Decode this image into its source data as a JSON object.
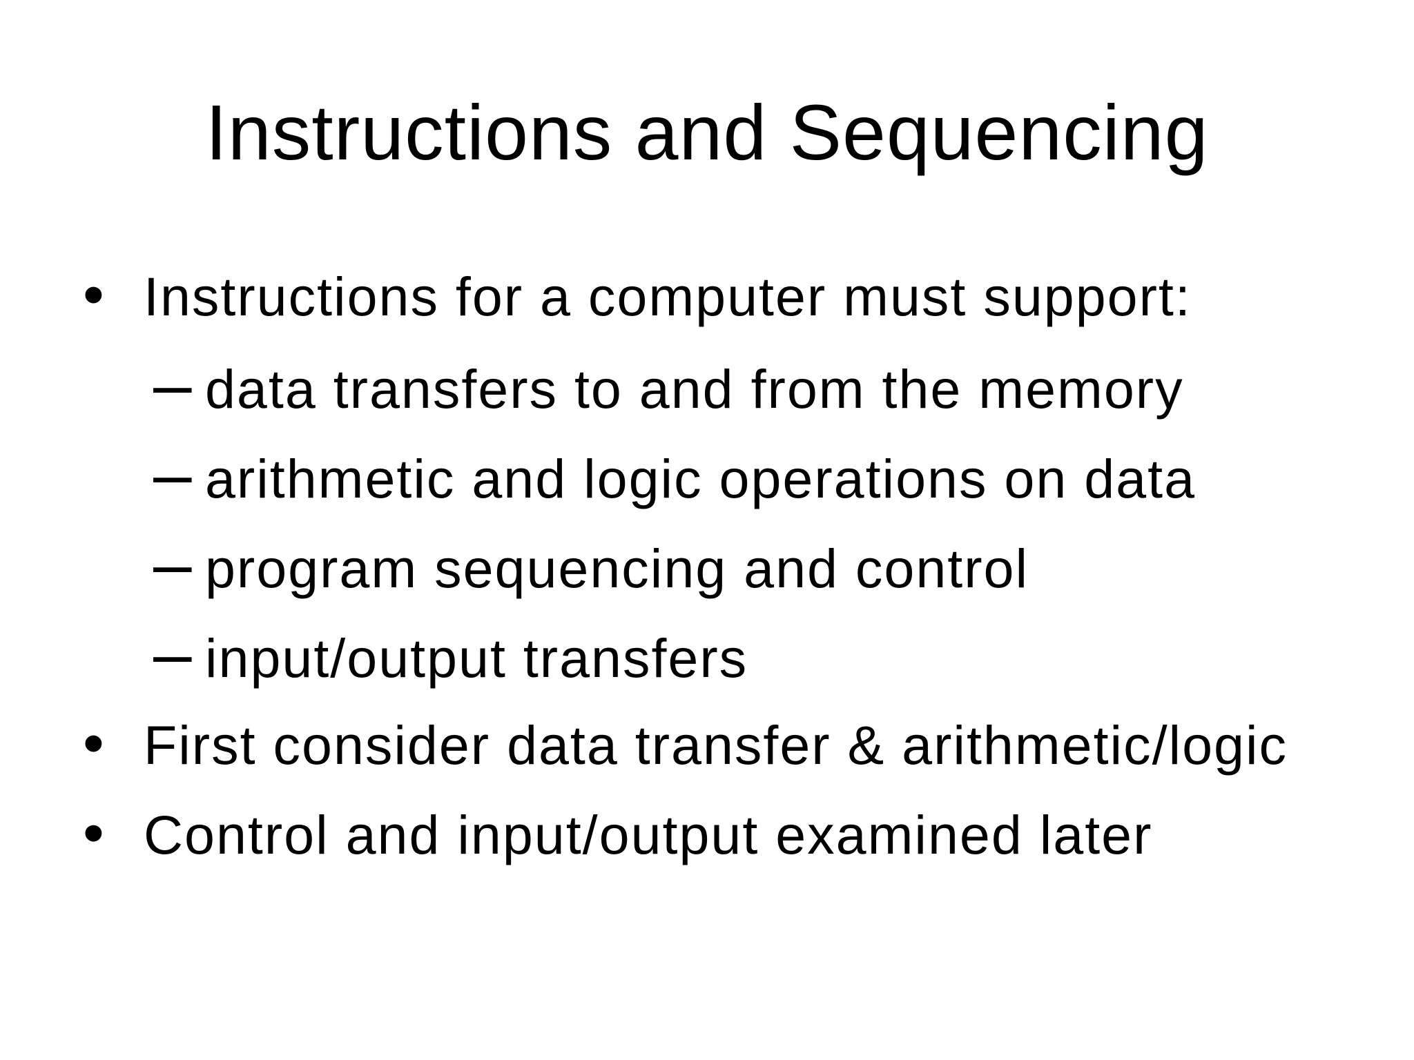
{
  "slide": {
    "title": "Instructions and Sequencing",
    "markers": {
      "level1": "•",
      "level2": "–"
    },
    "bullets": [
      {
        "level": 1,
        "text": "Instructions for a computer must support:"
      },
      {
        "level": 2,
        "text": "data transfers to and from the memory"
      },
      {
        "level": 2,
        "text": "arithmetic and logic operations on data"
      },
      {
        "level": 2,
        "text": "program sequencing and control"
      },
      {
        "level": 2,
        "text": "input/output transfers"
      },
      {
        "level": 1,
        "text": "First consider data transfer & arithmetic/logic"
      },
      {
        "level": 1,
        "text": "Control and input/output examined later"
      }
    ],
    "colors": {
      "background": "#ffffff",
      "text": "#000000"
    }
  }
}
